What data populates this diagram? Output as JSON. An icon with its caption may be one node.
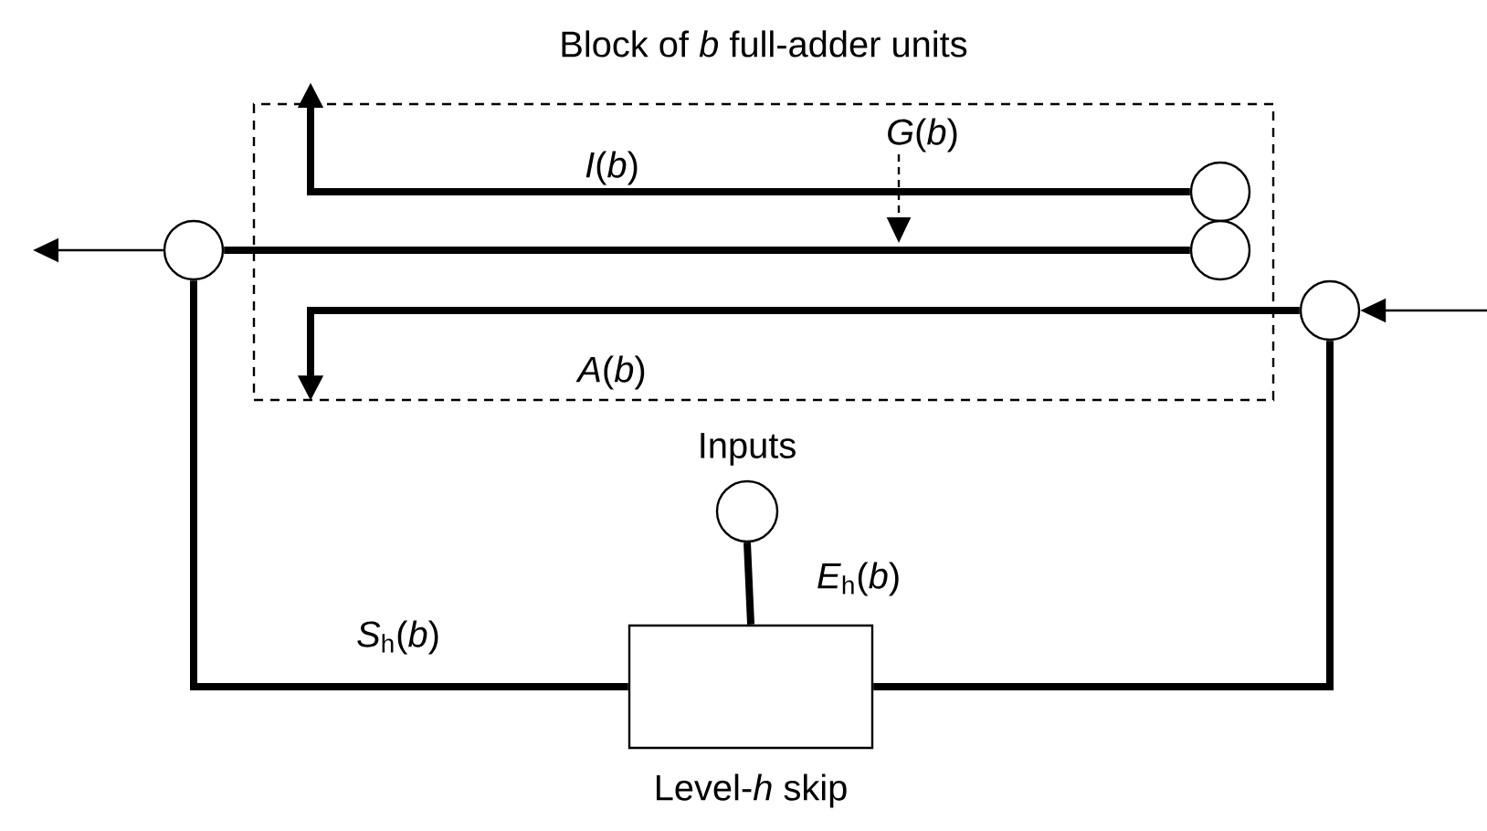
{
  "diagram": {
    "nodes": [
      {
        "text": [
          "Block of *b* full-adder units"
        ]
      },
      {
        "text": [],
        "shape": "circle",
        "in": 0
      },
      {
        "text": [],
        "shape": "circle",
        "in": 0
      },
      {
        "text": [],
        "shape": "circle"
      },
      {
        "text": [],
        "shape": "circle"
      },
      {
        "text": [
          "Inputs"
        ]
      },
      {
        "text": [
          "Level-*h* skip"
        ]
      },
      {
        "text": [
          "*G*(*b*)"
        ],
        "in": 0
      }
    ],
    "edges": [
      {
        "from": 1,
        "to": null,
        "arrow": "to",
        "label": "*I*(*b*)"
      },
      {
        "from": 2,
        "to": 3,
        "arrow": "none"
      },
      {
        "from": 7,
        "to": null,
        "arrow": "to",
        "style": "dashed"
      },
      {
        "from": 4,
        "to": 0,
        "arrow": "to",
        "label": "*A*(*b*)"
      },
      {
        "from": 3,
        "to": null,
        "arrow": "to"
      },
      {
        "from": null,
        "to": 4,
        "arrow": "to"
      },
      {
        "from": 3,
        "to": 6,
        "arrow": "none",
        "label": "*S*$_{h}$(*b*)"
      },
      {
        "from": 6,
        "to": 4,
        "arrow": "none"
      },
      {
        "from": 5,
        "to": 6,
        "arrow": "none",
        "label": "*E*$_{h}$(*b*)"
      }
    ]
  }
}
